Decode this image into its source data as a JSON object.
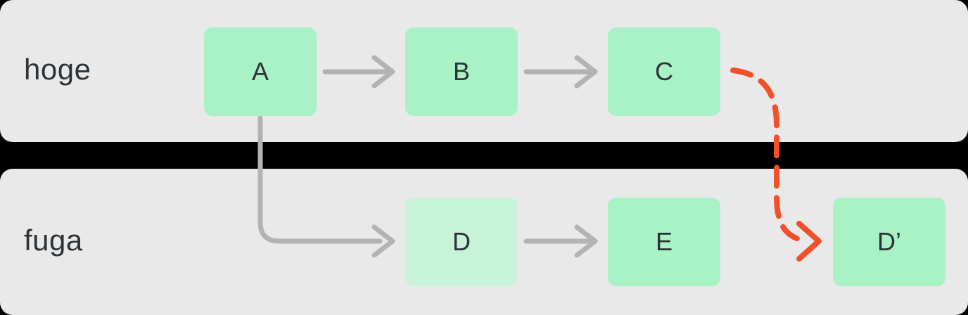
{
  "diagram": {
    "lanes": [
      {
        "id": "hoge",
        "label": "hoge",
        "nodes": [
          "A",
          "B",
          "C"
        ]
      },
      {
        "id": "fuga",
        "label": "fuga",
        "nodes": [
          "D",
          "E",
          "D’"
        ]
      }
    ],
    "nodes": {
      "a": "A",
      "b": "B",
      "c": "C",
      "d": "D",
      "e": "E",
      "dprime": "D’"
    },
    "edges": [
      {
        "from": "A",
        "to": "B",
        "style": "solid-gray"
      },
      {
        "from": "B",
        "to": "C",
        "style": "solid-gray"
      },
      {
        "from": "A",
        "to": "D",
        "style": "solid-gray-elbow"
      },
      {
        "from": "D",
        "to": "E",
        "style": "solid-gray"
      },
      {
        "from": "C",
        "to": "D’",
        "style": "dashed-red-curve"
      }
    ],
    "colors": {
      "page_bg": "#000000",
      "lane_bg": "#e9e9e9",
      "node_green": "#a9f2c6",
      "node_green_light": "#c7f4d9",
      "arrow_gray": "#b3b3b3",
      "arrow_red": "#f1502a",
      "text": "#2e3338"
    }
  }
}
